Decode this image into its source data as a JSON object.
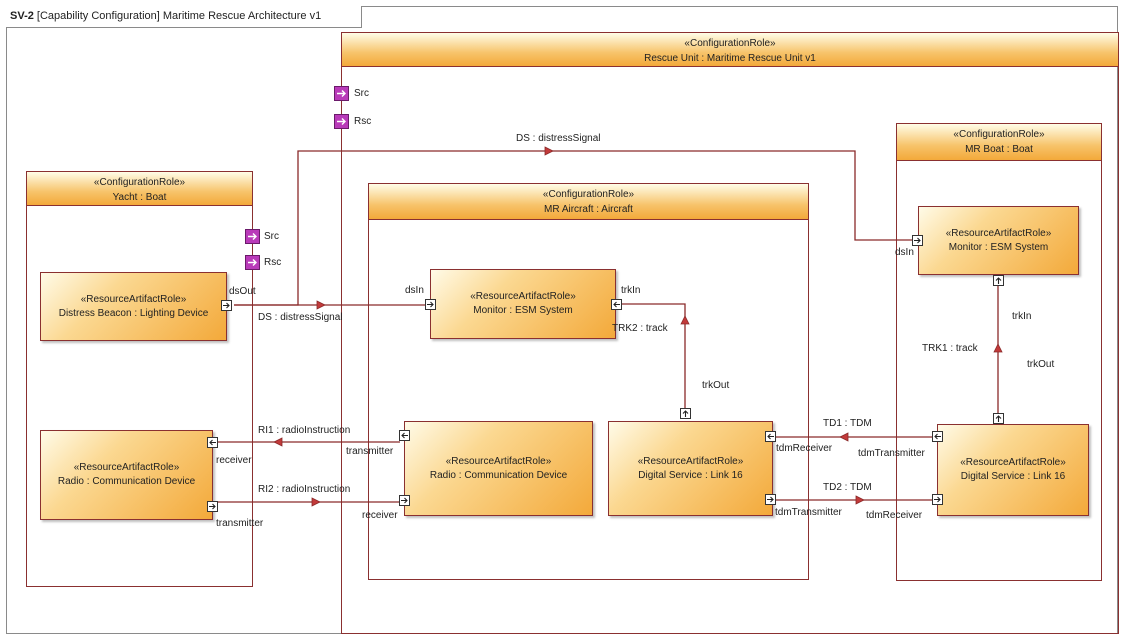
{
  "diagram": {
    "tab_prefix": "SV-2",
    "tab_title": "[Capability Configuration] Maritime Rescue Architecture v1"
  },
  "roles": {
    "rescue_unit": {
      "stereotype": "«ConfigurationRole»",
      "name": "Rescue Unit : Maritime Rescue Unit v1"
    },
    "yacht": {
      "stereotype": "«ConfigurationRole»",
      "name": "Yacht : Boat"
    },
    "mr_aircraft": {
      "stereotype": "«ConfigurationRole»",
      "name": "MR Aircraft : Aircraft"
    },
    "mr_boat": {
      "stereotype": "«ConfigurationRole»",
      "name": "MR Boat : Boat"
    }
  },
  "artifacts": {
    "distress_beacon": {
      "stereotype": "«ResourceArtifactRole»",
      "name": "Distress Beacon : Lighting Device"
    },
    "yacht_radio": {
      "stereotype": "«ResourceArtifactRole»",
      "name": "Radio : Communication Device"
    },
    "aircraft_monitor": {
      "stereotype": "«ResourceArtifactRole»",
      "name": "Monitor : ESM System"
    },
    "aircraft_radio": {
      "stereotype": "«ResourceArtifactRole»",
      "name": "Radio : Communication Device"
    },
    "aircraft_link16": {
      "stereotype": "«ResourceArtifactRole»",
      "name": "Digital Service : Link 16"
    },
    "boat_monitor": {
      "stereotype": "«ResourceArtifactRole»",
      "name": "Monitor : ESM System"
    },
    "boat_link16": {
      "stereotype": "«ResourceArtifactRole»",
      "name": "Digital Service : Link 16"
    }
  },
  "pins": {
    "src": "Src",
    "rsc": "Rsc"
  },
  "ports": {
    "ds_out": "dsOut",
    "ds_in": "dsIn",
    "trk_in": "trkIn",
    "trk_out": "trkOut",
    "receiver": "receiver",
    "transmitter": "transmitter",
    "tdm_receiver": "tdmReceiver",
    "tdm_transmitter": "tdmTransmitter"
  },
  "flows": {
    "ds_top": "DS : distressSignal",
    "ds_bottom": "DS : distressSignal",
    "trk2": "TRK2 : track",
    "trk1": "TRK1 : track",
    "ri1": "RI1 : radioInstruction",
    "ri2": "RI2 : radioInstruction",
    "td1": "TD1 : TDM",
    "td2": "TD2 : TDM"
  },
  "colors": {
    "role_border": "#8a3030",
    "flow_line": "#8a2a2a",
    "pin_fill": "#b93ab9",
    "artifact_gradient_end": "#f3a93a"
  }
}
